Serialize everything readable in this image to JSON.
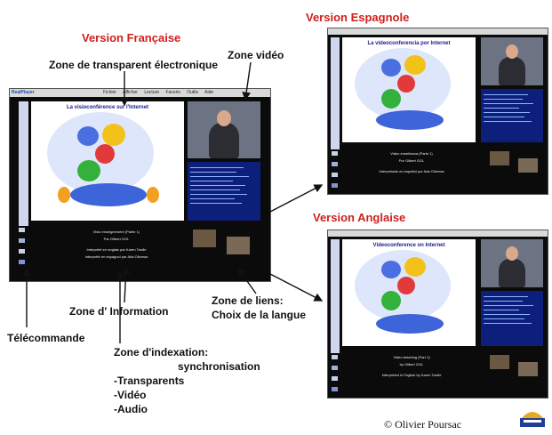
{
  "labels": {
    "version_francaise": "Version Française",
    "version_espagnole": "Version Espagnole",
    "version_anglaise": "Version Anglaise",
    "zone_transparent": "Zone de transparent électronique",
    "zone_video": "Zone vidéo",
    "zone_information": "Zone d' Information",
    "zone_liens_1": "Zone de liens:",
    "zone_liens_2": "Choix de la langue",
    "telecommande": "Télécommande",
    "zone_indexation": "Zone d'indexation:",
    "synchronisation": "synchronisation",
    "item_transparents": "-Transparents",
    "item_video": "-Vidéo",
    "item_audio": "-Audio"
  },
  "copyright": "© Olivier Poursac",
  "colors": {
    "accent_red": "#d0201e"
  },
  "screens": {
    "fr": {
      "menu": [
        "Fichier",
        "Afficher",
        "Lecture",
        "Favoris",
        "Outils",
        "Aide"
      ],
      "logo": "RealPlayer",
      "slide_title": "La visioconférence sur l'Internet",
      "info_1": "Visio enseignement (Partie 1)",
      "info_2": "Par Gilbert GOL",
      "info_3": "Interprété en anglais par Karen Tardle",
      "info_4": "Interprété en espagnol par Ada Oliveras"
    },
    "es": {
      "slide_title": "La videoconferencia por Internet",
      "info_1": "Video enseñanza (Parte 1)",
      "info_2": "Por Gilbert GOL",
      "info_3": "Interpretado en español por Ada Oliveras"
    },
    "en": {
      "slide_title": "Videoconference on Internet",
      "info_1": "Video-teaching (Part 1)",
      "info_2": "by Gilbert GOL",
      "info_3": "Interpreted in English by Karen Tardle"
    }
  }
}
